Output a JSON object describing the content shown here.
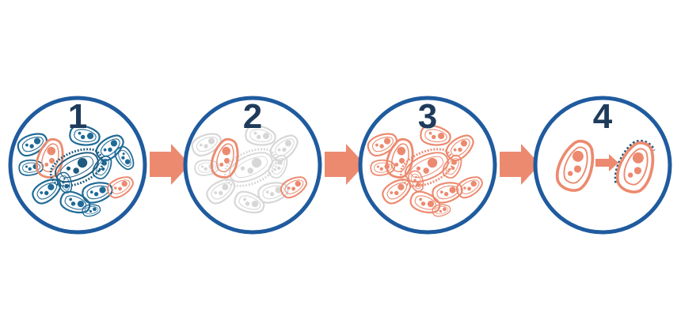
{
  "steps": [
    {
      "label": "1",
      "content": "mixed-population"
    },
    {
      "label": "2",
      "content": "antibiotic-exposure-survivors"
    },
    {
      "label": "3",
      "content": "resistant-population-regrows"
    },
    {
      "label": "4",
      "content": "resistance-transfer"
    }
  ],
  "colors": {
    "circle_border": "#1f5b9e",
    "number_text": "#1f3b5c",
    "arrow": "#ec8a6f",
    "resistant_bacteria": "#ec8a6f",
    "susceptible_bacteria": "#1f6a96",
    "dead_bacteria": "#d7d7d7"
  },
  "icons": {
    "bacterium": "bacterium-icon",
    "arrow": "right-arrow-icon"
  }
}
